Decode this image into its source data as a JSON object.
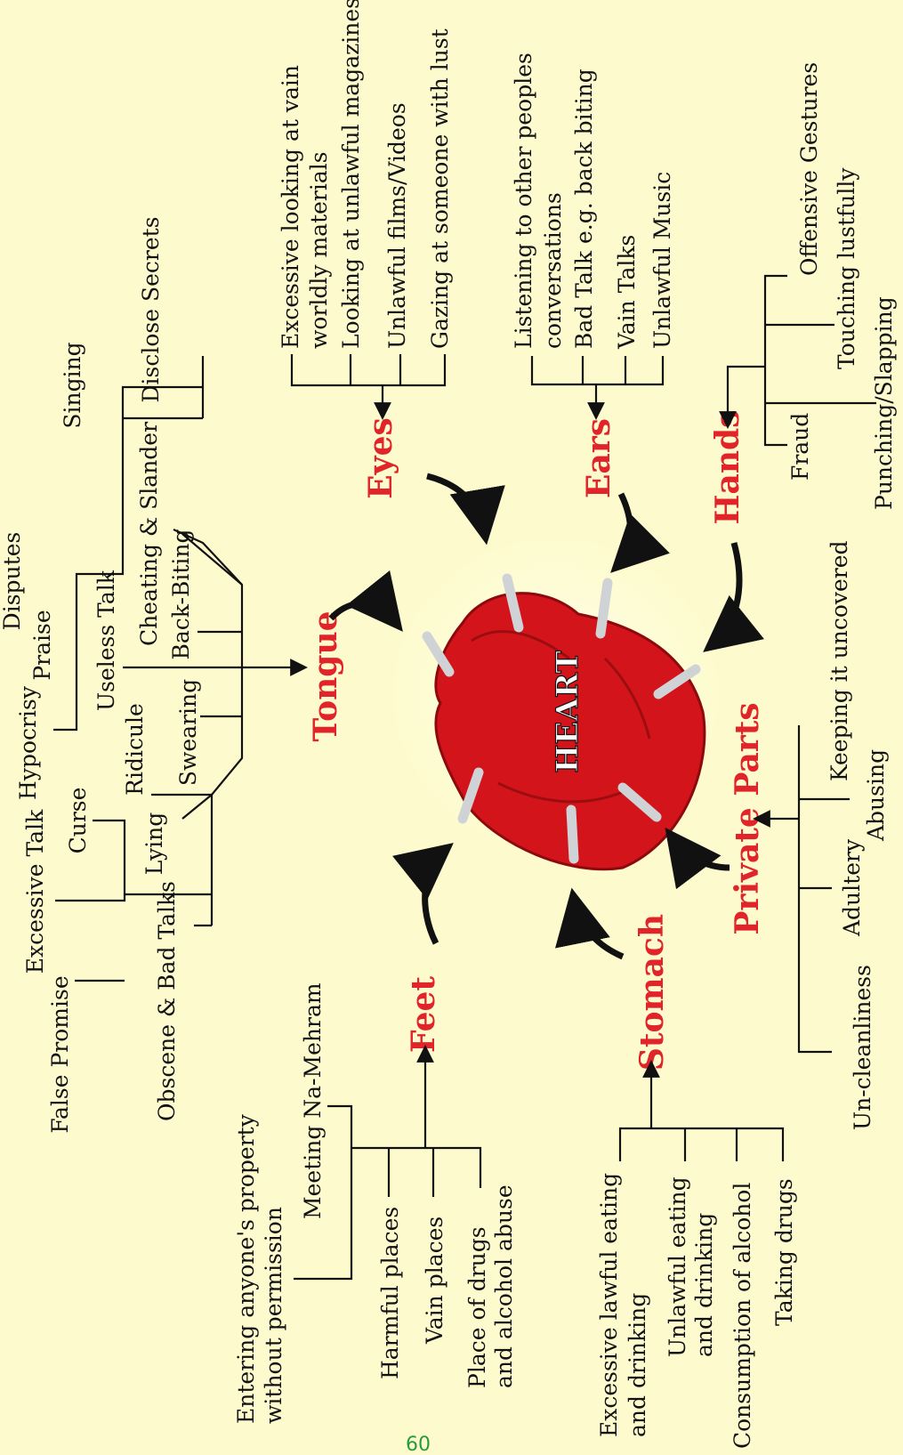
{
  "center": {
    "label": "HEART"
  },
  "organs": {
    "tongue": "Tongue",
    "eyes": "Eyes",
    "ears": "Ears",
    "hands": "Hands",
    "private_parts": "Private Parts",
    "stomach": "Stomach",
    "feet": "Feet"
  },
  "tongue_items": [
    "Disputes",
    "Singing",
    "Disclose Secrets",
    "Hypocrisy",
    "Praise",
    "Useless Talk",
    "Cheating & Slander",
    "Back-Biting",
    "Ridicule",
    "Swearing",
    "Lying",
    "Excessive Talk",
    "Curse",
    "False Promise",
    "Obscene & Bad Talks"
  ],
  "eyes_items": [
    [
      "Excessive looking at vain",
      "worldly materials"
    ],
    [
      "Looking at unlawful magazines"
    ],
    [
      "Unlawful films/Videos"
    ],
    [
      "Gazing at someone with lust"
    ]
  ],
  "ears_items": [
    [
      "Listening to other peoples",
      "conversations"
    ],
    [
      "Bad Talk e.g. back biting"
    ],
    [
      "Vain Talks"
    ],
    [
      "Unlawful Music"
    ]
  ],
  "hands_items": [
    "Offensive Gestures",
    "Touching lustfully",
    "Punching/Slapping",
    "Fraud"
  ],
  "private_items": [
    "Keeping it uncovered",
    "Abusing",
    "Adultery",
    "Un-cleanliness"
  ],
  "stomach_items": [
    [
      "Excessive lawful eating",
      "and drinking"
    ],
    [
      "Unlawful eating",
      "and drinking"
    ],
    [
      "Consumption of alcohol"
    ],
    [
      "Taking drugs"
    ]
  ],
  "feet_items": [
    [
      "Entering anyone's property",
      "without permission"
    ],
    [
      "Meeting Na-Mehram"
    ],
    [
      "Harmful places"
    ],
    [
      "Vain places"
    ],
    [
      "Place of drugs",
      "and alcohol abuse"
    ]
  ],
  "page_number": "60",
  "colors": {
    "background": "#fdfbcd",
    "organ_label": "#e0242a",
    "heart": "#d4141b",
    "page_number": "#2a9a3a"
  }
}
